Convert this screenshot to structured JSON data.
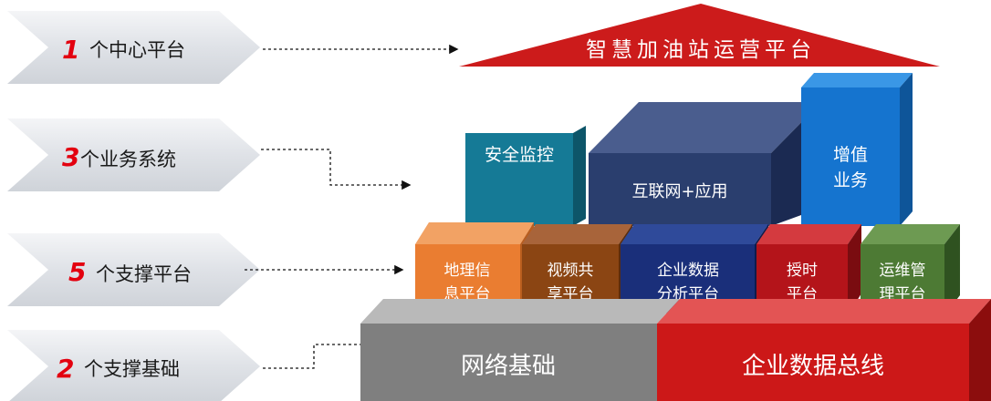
{
  "left_labels": [
    {
      "number": "1",
      "text": "个中心平台"
    },
    {
      "number": "3",
      "text": "个业务系统"
    },
    {
      "number": "5",
      "text": "个支撑平台"
    },
    {
      "number": "2",
      "text": "个支撑基础"
    }
  ],
  "roof": {
    "label": "智慧加油站运营平台",
    "color": "#cc1b1b"
  },
  "business_systems": [
    {
      "label": "安全监控",
      "color": "#157a96"
    },
    {
      "label": "互联网+应用",
      "color": "#2a3e6e"
    },
    {
      "label_lines": [
        "增值",
        "业务"
      ],
      "color": "#1574cf"
    }
  ],
  "support_platforms": [
    {
      "label_lines": [
        "地理信",
        "息平台"
      ],
      "color": "#ea7d31"
    },
    {
      "label_lines": [
        "视频共",
        "享平台"
      ],
      "color": "#8b4513"
    },
    {
      "label_lines": [
        "企业数据",
        "分析平台"
      ],
      "color": "#1a2f7a"
    },
    {
      "label_lines": [
        "授时",
        "平台"
      ],
      "color": "#b4141a"
    },
    {
      "label_lines": [
        "运维管",
        "理平台"
      ],
      "color": "#4d7a34"
    }
  ],
  "foundations": [
    {
      "label": "网络基础",
      "color": "#7f7f7f"
    },
    {
      "label": "企业数据总线",
      "color": "#cc1818"
    }
  ]
}
